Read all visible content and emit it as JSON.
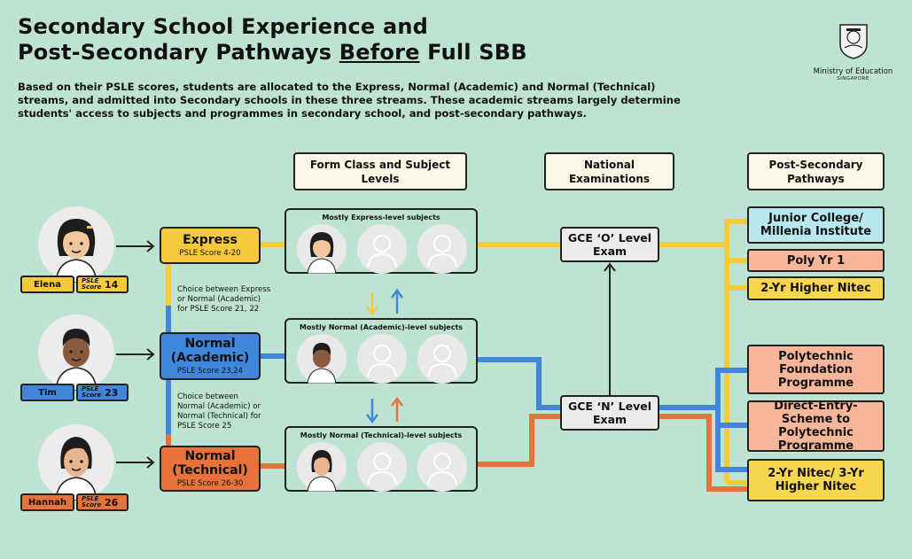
{
  "header": {
    "title_line1": "Secondary School Experience and",
    "title_line2_pre": "Post-Secondary Pathways ",
    "title_line2_underlined": "Before",
    "title_line2_post": " Full SBB",
    "intro": "Based on their PSLE scores, students are allocated to the Express, Normal (Academic) and Normal (Technical) streams, and admitted into Secondary schools in these three streams. These academic streams largely determine students' access to subjects and programmes in secondary school, and post-secondary pathways."
  },
  "logo": {
    "name": "Ministry of Education",
    "sub": "SINGAPORE"
  },
  "column_headers": {
    "form_class": "Form Class and Subject Levels",
    "national_exams": "National Examinations",
    "post_secondary": "Post-Secondary Pathways"
  },
  "students": [
    {
      "name": "Elena",
      "score_label": "PSLE Score",
      "score": "14"
    },
    {
      "name": "Tim",
      "score_label": "PSLE Score",
      "score": "23"
    },
    {
      "name": "Hannah",
      "score_label": "PSLE Score",
      "score": "26"
    }
  ],
  "streams": [
    {
      "name": "Express",
      "score": "PSLE Score 4-20"
    },
    {
      "name": "Normal (Academic)",
      "score": "PSLE Score 23,24"
    },
    {
      "name": "Normal (Technical)",
      "score": "PSLE Score 26-30"
    }
  ],
  "choice_notes": [
    "Choice between Express or Normal (Academic) for PSLE Score 21, 22",
    "Choice between Normal (Academic) or Normal (Technical) for PSLE Score 25"
  ],
  "class_boxes": [
    "Mostly Express-level subjects",
    "Mostly Normal (Academic)-level subjects",
    "Mostly Normal (Technical)-level subjects"
  ],
  "exams": {
    "o_level": "GCE ‘O’ Level Exam",
    "n_level": "GCE ‘N’ Level Exam"
  },
  "pathways": [
    "Junior College/ Millenia Institute",
    "Poly Yr 1",
    "2-Yr Higher Nitec",
    "Polytechnic Foundation Programme",
    "Direct-Entry-Scheme to Polytechnic Programme",
    "2-Yr Nitec/ 3-Yr Higher Nitec"
  ],
  "colors": {
    "background": "#bfe3d2",
    "express": "#f5c93a",
    "normal_academic": "#3f86dc",
    "normal_technical": "#e8733a",
    "jc": "#b9e7ef",
    "poly": "#f7b59a",
    "nitec": "#f8d64e"
  }
}
